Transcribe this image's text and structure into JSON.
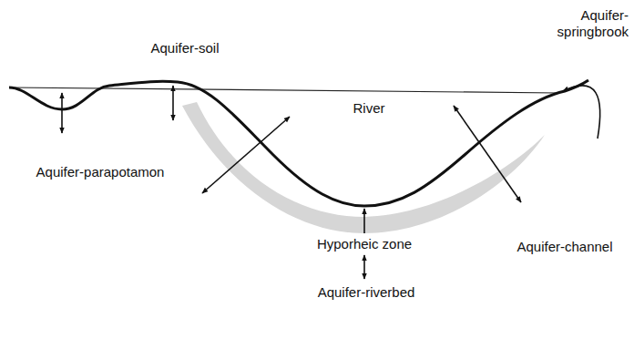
{
  "diagram": {
    "labels": [
      "Aquifer-soil",
      "Aquifer- springbrook",
      "River",
      "Aquifer-parapotamon",
      "Hyporheic zone",
      "Aquifer-channel",
      "Aquifer-riverbed"
    ]
  }
}
